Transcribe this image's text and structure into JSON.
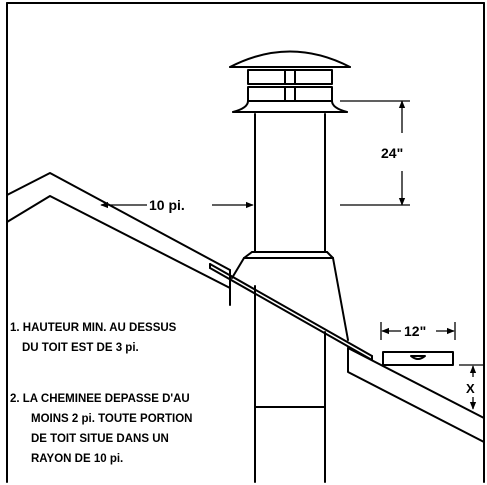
{
  "dimensions": {
    "height_label": "24\"",
    "distance_label": "10 pi.",
    "width_label": "12\"",
    "clearance_label": "X"
  },
  "notes": {
    "note1": [
      "1. HAUTEUR MIN. AU DESSUS",
      "DU TOIT EST DE 3 pi."
    ],
    "note2": [
      "2. LA CHEMINEE DEPASSE D'AU",
      "MOINS 2 pi. TOUTE PORTION",
      "DE TOIT SITUE DANS UN",
      "RAYON DE 10 pi."
    ]
  },
  "colors": {
    "ink": "#000000",
    "paper": "#ffffff"
  }
}
